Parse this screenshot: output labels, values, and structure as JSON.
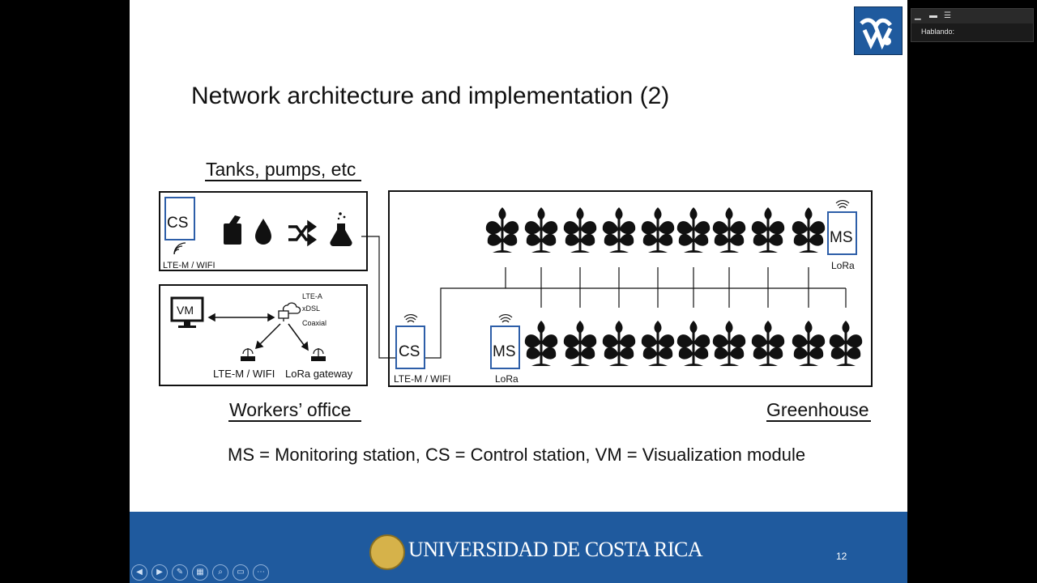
{
  "slide": {
    "title": "Network architecture and implementation (2)",
    "page_number": "12"
  },
  "diagram": {
    "tanks_heading": "Tanks, pumps, etc",
    "workers_heading": "Workers’ office",
    "greenhouse_heading": "Greenhouse",
    "legend": "MS = Monitoring station, CS = Control station, VM = Visualization module",
    "cs_label": "CS",
    "ms_label": "MS",
    "vm_label": "VM",
    "lte_wifi": "LTE-M / WIFI",
    "lte_wifi_caps": "LTE-M / WIFI",
    "lora": "LoRa",
    "lora_gateway": "LoRa gateway",
    "lte_a": "LTE-A",
    "xdsl": "xDSL",
    "coaxial": "Coaxial"
  },
  "footer": {
    "university": "UNIVERSIDAD DE COSTA RICA"
  },
  "side_panel": {
    "speaking_label": "Hablando:"
  },
  "colors": {
    "footer_blue": "#1f5a9e",
    "station_border": "#2d5ea8"
  }
}
